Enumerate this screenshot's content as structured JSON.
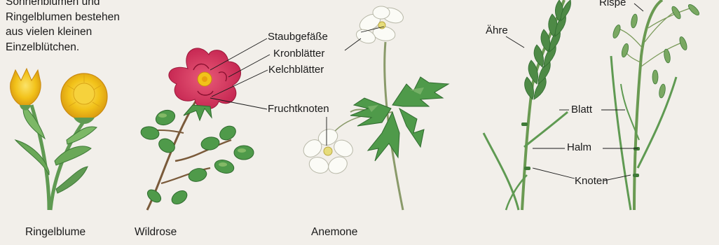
{
  "intro": {
    "lines": [
      "Sonnenblumen und",
      "Ringelblumen bestehen",
      "aus vielen kleinen",
      "Einzelblütchen."
    ]
  },
  "labels": {
    "staubgefaesse": "Staubgefäße",
    "kronblaetter": "Kronblätter",
    "kelchblaetter": "Kelchblätter",
    "fruchtknoten": "Fruchtknoten",
    "aehre": "Ähre",
    "rispe": "Rispe",
    "blatt": "Blatt",
    "halm": "Halm",
    "knoten": "Knoten"
  },
  "captions": {
    "ringelblume": "Ringelblume",
    "wildrose": "Wildrose",
    "anemone": "Anemone"
  },
  "colors": {
    "background": "#f2efea",
    "leaf_green": "#5f9a52",
    "rose_red": "#d8345a",
    "marigold_yellow": "#f2c21a",
    "line": "#1a1a1a"
  }
}
